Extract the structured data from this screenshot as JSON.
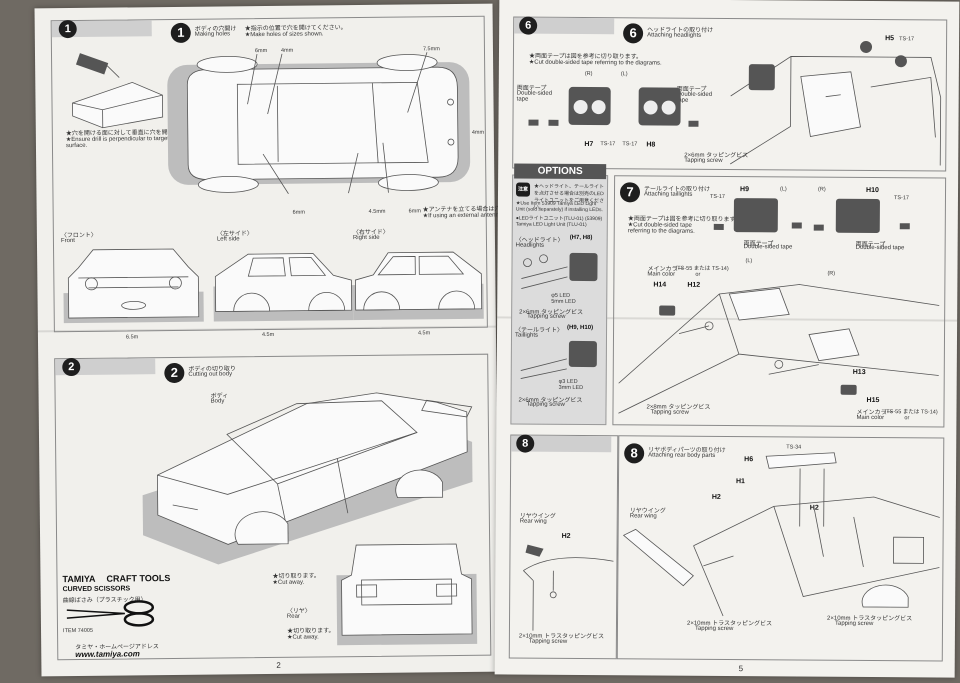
{
  "left_page": {
    "panel1": {
      "header_num": "1",
      "step": "1",
      "title_jp": "ボディの穴開け",
      "title_en": "Making holes",
      "note_jp": "★指示の位置で穴を開けてください。",
      "note_en": "★Make holes of sizes shown.",
      "hole_labels": [
        "6mm",
        "4mm",
        "7.5mm",
        "4mm",
        "4.5mm",
        "6mm",
        "6mm"
      ],
      "drill_note_jp": "★穴を開ける面に対して垂直に穴を開けます。",
      "drill_note_en": "★Ensure drill is perpendicular to target surface.",
      "antenna_note_jp": "★アンテナを立てる場合は穴をあけます。",
      "antenna_note_en": "★If using an external antenna, make a hole.",
      "front_jp": "〈フロント〉",
      "front_en": "Front",
      "left_jp": "〈左サイド〉",
      "left_en": "Left side",
      "right_jp": "〈右サイド〉",
      "right_en": "Right side",
      "front_hole": "6.5m",
      "left_hole": "4.5m",
      "right_hole": "4.5m"
    },
    "panel2": {
      "header_num": "2",
      "step": "2",
      "title_jp": "ボディの切り取り",
      "title_en": "Cutting out body",
      "body_jp": "ボディ",
      "body_en": "Body",
      "cut_jp": "★切り取ります。",
      "cut_en": "★Cut away.",
      "rear_jp": "〈リヤ〉",
      "rear_en": "Rear",
      "cut2_jp": "★切り取ります。",
      "cut2_en": "★Cut away.",
      "tool_brand": "TAMIYA",
      "tool_line": "CRAFT TOOLS",
      "tool_name": "CURVED SCISSORS",
      "tool_jp": "曲線ばさみ（プラスチック用）",
      "tool_item": "ITEM 74005",
      "homepage_jp": "タミヤ・ホームページアドレス",
      "url": "www.tamiya.com"
    },
    "page_number": "2"
  },
  "right_page": {
    "panel6": {
      "header_num": "6",
      "step": "6",
      "title_jp": "ヘッドライトの取り付け",
      "title_en": "Attaching headlights",
      "note_jp": "★両面テープは図を参考に切り取ります。",
      "note_en": "★Cut double-sided tape referring to the diagrams.",
      "tape_jp": "両面テープ",
      "tape_en": "Double-sided tape",
      "r_label": "(R)",
      "l_label": "(L)",
      "parts": [
        "H7",
        "H8",
        "H5"
      ],
      "paint": [
        "TS-17",
        "TS-17",
        "TS-17"
      ],
      "screw_jp": "2×6mm タッピングビス",
      "screw_en": "Tapping screw"
    },
    "options": {
      "title": "OPTIONS",
      "badge": "注意",
      "note_jp": "★ヘッドライト、テールライトを点灯させる場合は別売のLEDライトユニットをご用意ください。",
      "note_en1": "★Use Item 53909 Tamiya LED Light Unit (sold separately) if installing LEDs.",
      "note_en2": "●LEDライトユニット(TLU-01) (53909) Tamiya LED Light Unit (TLU-01)",
      "headlights_jp": "〈ヘッドライト〉",
      "headlights_en": "Headlights",
      "headlights_parts": "(H7, H8)",
      "led1": "φ5 LED",
      "led1b": "5mm LED",
      "screw1_jp": "2×6mm タッピングビス",
      "screw1_en": "Tapping screw",
      "taillights_jp": "〈テールライト〉",
      "taillights_en": "Taillights",
      "taillights_parts": "(H9, H10)",
      "led2": "φ3 LED",
      "led2b": "3mm LED",
      "screw2_jp": "2×6mm タッピングビス",
      "screw2_en": "Tapping screw"
    },
    "panel7": {
      "step": "7",
      "title_jp": "テールライトの取り付け",
      "title_en": "Attaching taillights",
      "note_jp": "★両面テープは図を参考に切り取ります。",
      "note_en": "★Cut double-sided tape referring to the diagrams.",
      "tape_jp": "両面テープ",
      "tape_en": "Double-sided tape",
      "parts": [
        "H9",
        "H10",
        "H14",
        "H12",
        "H13",
        "H15"
      ],
      "paint": [
        "TS-17",
        "TS-17"
      ],
      "main_color_jp": "メインカラー",
      "main_color_en": "Main color",
      "main_color_ref": "(TS-55 または TS-14)",
      "or": "or",
      "screw_jp": "2×8mm タッピングビス",
      "screw_en": "Tapping screw",
      "r_label": "(R)",
      "l_label": "(L)"
    },
    "panel8": {
      "header_num": "8",
      "step": "8",
      "title_jp": "リヤボディパーツの取り付け",
      "title_en": "Attaching rear body parts",
      "wing_jp": "リヤウイング",
      "wing_en": "Rear wing",
      "parts": [
        "H2",
        "H6",
        "H1",
        "H2",
        "H2"
      ],
      "paint": "TS-34",
      "screw_jp": "2×10mm トラスタッピングビス",
      "screw_en": "Tapping screw"
    },
    "page_number": "5"
  }
}
